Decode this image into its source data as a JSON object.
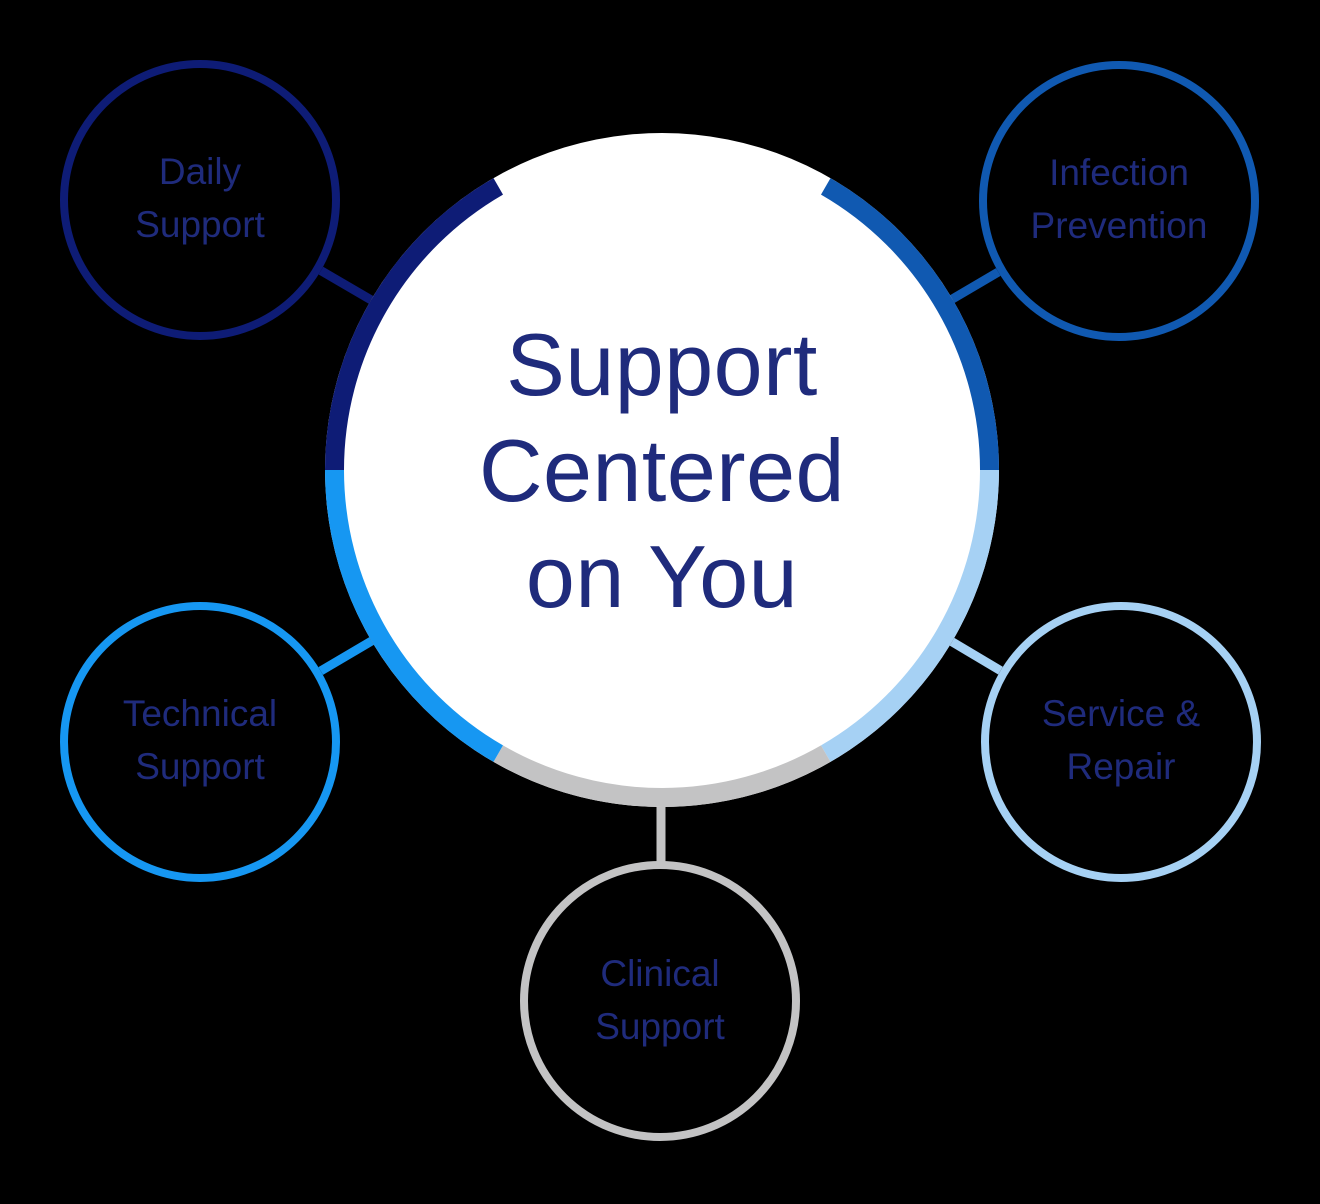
{
  "background_color": "#000000",
  "text_color": "#1f2b7c",
  "center": {
    "line1": "Support",
    "line2": "Centered",
    "line3": "on You",
    "fill_color": "#ffffff"
  },
  "nodes": {
    "daily": {
      "line1": "Daily",
      "line2": "Support",
      "color": "#0e1c76"
    },
    "infection": {
      "line1": "Infection",
      "line2": "Prevention",
      "color": "#1059b1"
    },
    "technical": {
      "line1": "Technical",
      "line2": "Support",
      "color": "#1697f2"
    },
    "service": {
      "line1": "Service &",
      "line2": "Repair",
      "color": "#a6d1f4"
    },
    "clinical": {
      "line1": "Clinical",
      "line2": "Support",
      "color": "#c3c3c4"
    }
  }
}
